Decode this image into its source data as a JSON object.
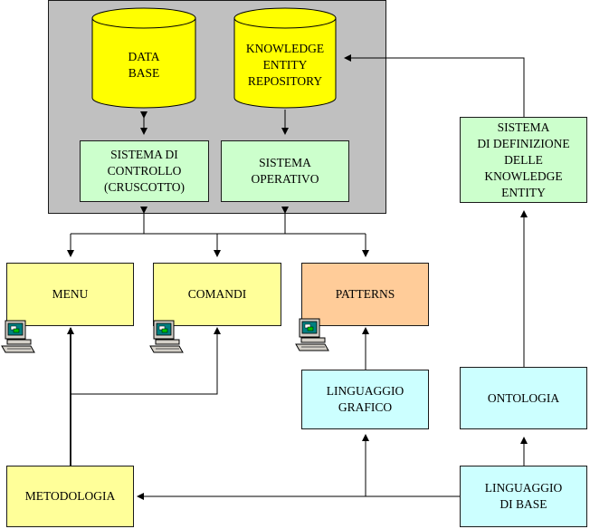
{
  "colors": {
    "panel": "#c0c0c0",
    "database": "#ffff00",
    "system_box": "#ccffcc",
    "interface_box": "#ffff99",
    "patterns_box": "#ffcc99",
    "language_box": "#ccffff"
  },
  "nodes": {
    "data_base": "DATA\nBASE",
    "knowledge_repository": "KNOWLEDGE\nENTITY\nREPOSITORY",
    "sistema_controllo": "SISTEMA DI\nCONTROLLO\n(CRUSCOTTO)",
    "sistema_operativo": "SISTEMA\nOPERATIVO",
    "sistema_definizione": "SISTEMA\nDI DEFINIZIONE\nDELLE\nKNOWLEDGE\nENTITY",
    "menu": "MENU",
    "comandi": "COMANDI",
    "patterns": "PATTERNS",
    "linguaggio_grafico": "LINGUAGGIO\nGRAFICO",
    "ontologia": "ONTOLOGIA",
    "metodologia": "METODOLOGIA",
    "linguaggio_base": "LINGUAGGIO\nDI BASE"
  },
  "icons": [
    "computer-terminal-icon",
    "computer-terminal-icon",
    "computer-terminal-icon"
  ]
}
